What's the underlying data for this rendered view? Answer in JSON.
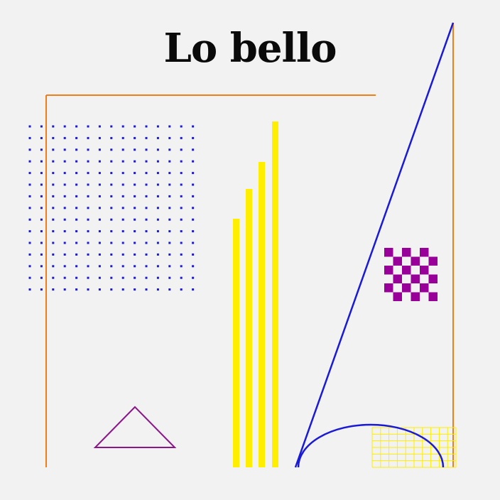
{
  "title": "Lo bello",
  "colors": {
    "background": "#f2f2f2",
    "frame": "#f07f1a",
    "blue": "#1a1ad6",
    "yellow": "#ffee00",
    "purple": "#8a168a",
    "checker": "#990099",
    "text": "#0a0a0a"
  },
  "elements": {
    "dot_grid": {
      "rows": 15,
      "cols": 15
    },
    "bars": {
      "count": 4
    },
    "checkerboard": {
      "rows": 6,
      "cols": 6
    },
    "grid_patch": {
      "rows": 6,
      "cols": 10
    }
  }
}
